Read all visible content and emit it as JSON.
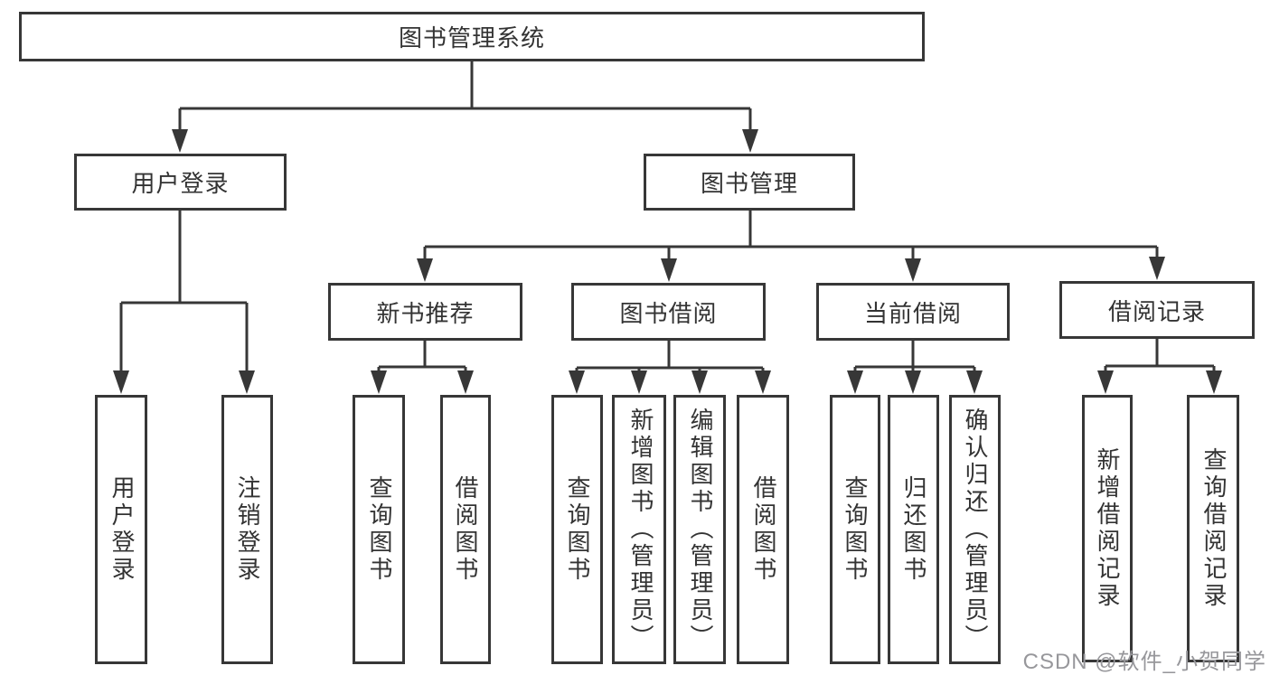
{
  "nodes": {
    "root": "图书管理系统",
    "l2": [
      "用户登录",
      "图书管理"
    ],
    "l3": [
      "新书推荐",
      "图书借阅",
      "当前借阅",
      "借阅记录"
    ],
    "login_children": [
      "用户登录",
      "注销登录"
    ],
    "recommend_children": [
      "查询图书",
      "借阅图书"
    ],
    "borrow_children": [
      "查询图书",
      "新增图书（管理员）",
      "编辑图书（管理员）",
      "借阅图书"
    ],
    "current_children": [
      "查询图书",
      "归还图书",
      "确认归还（管理员）"
    ],
    "record_children": [
      "新增借阅记录",
      "查询借阅记录"
    ]
  },
  "colors": {
    "line": "#373737",
    "text": "#333333",
    "watermark": "#97979b",
    "background": "#ffffff"
  },
  "watermark": "CSDN @软件_小贺同学"
}
